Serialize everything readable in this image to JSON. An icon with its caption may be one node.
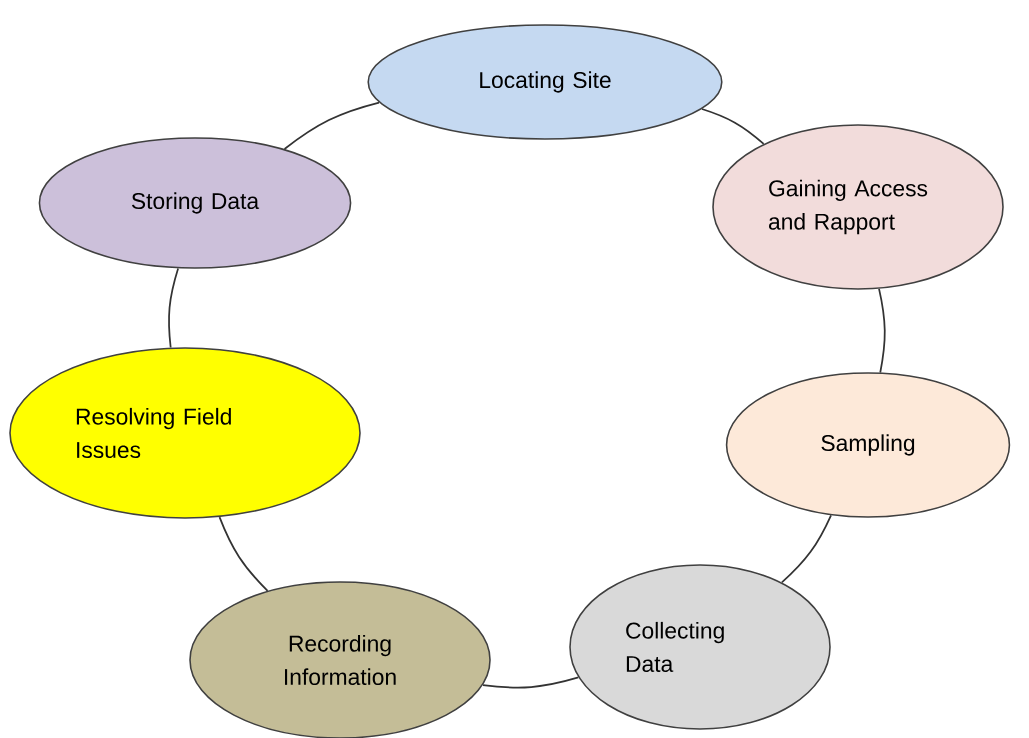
{
  "diagram": {
    "nodes": [
      {
        "text": [
          "Locating Site"
        ]
      },
      {
        "text": [
          "Gaining Access and Rapport"
        ]
      },
      {
        "text": [
          "Sampling"
        ]
      },
      {
        "text": [
          "Collecting Data"
        ]
      },
      {
        "text": [
          "Recording Information"
        ]
      },
      {
        "text": [
          "Resolving Field Issues"
        ]
      },
      {
        "text": [
          "Storing Data"
        ]
      }
    ],
    "edges": [
      {
        "from": 0,
        "to": 1,
        "arrow": "none"
      },
      {
        "from": 1,
        "to": 2,
        "arrow": "none"
      },
      {
        "from": 2,
        "to": 3,
        "arrow": "none"
      },
      {
        "from": 3,
        "to": 4,
        "arrow": "none"
      },
      {
        "from": 4,
        "to": 5,
        "arrow": "none"
      },
      {
        "from": 5,
        "to": 6,
        "arrow": "none"
      },
      {
        "from": 6,
        "to": 0,
        "arrow": "none"
      }
    ]
  }
}
